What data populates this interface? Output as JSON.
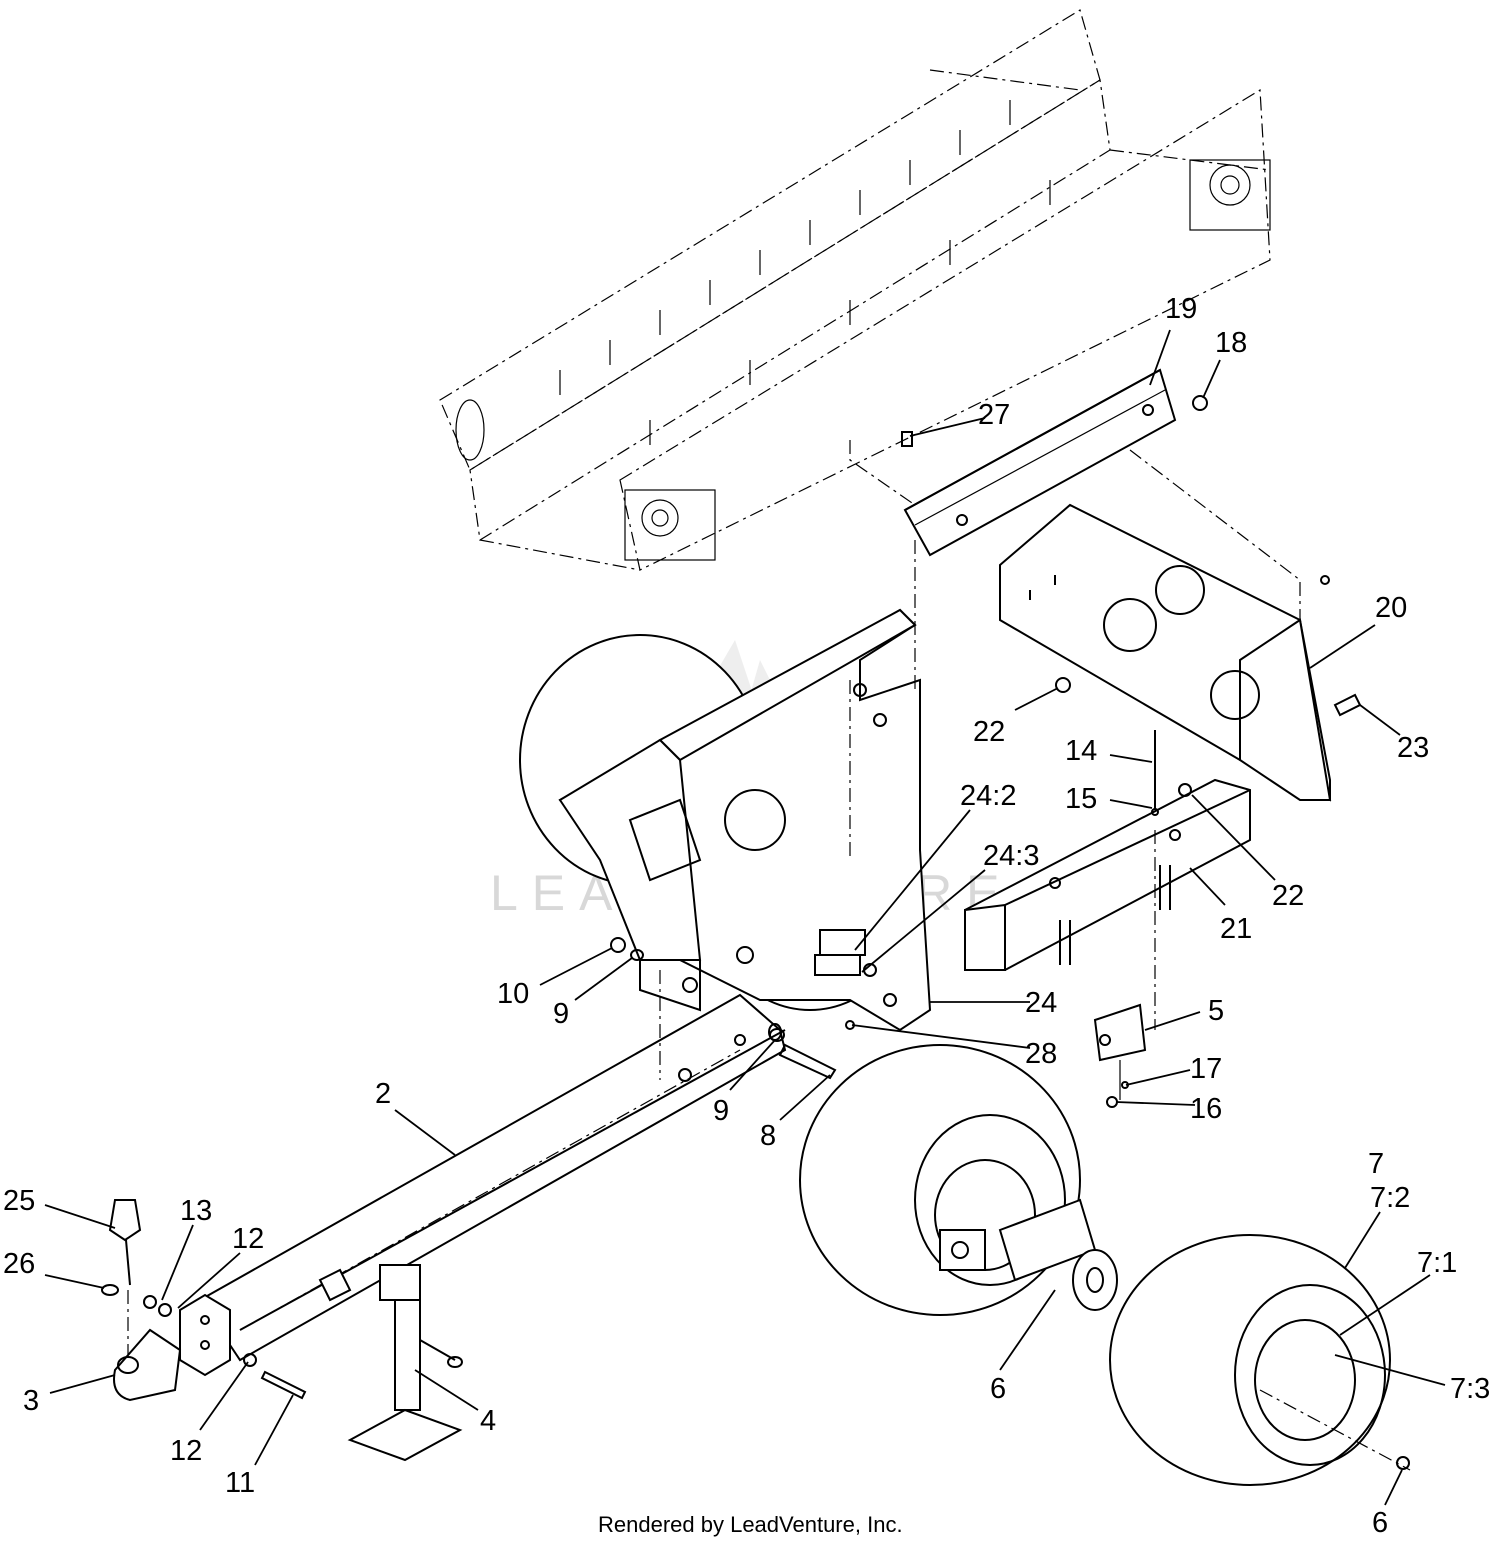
{
  "watermark": "LEADVENTURE",
  "footer": "Rendered by LeadVenture, Inc.",
  "callouts": [
    {
      "id": "c19",
      "label": "19"
    },
    {
      "id": "c18",
      "label": "18"
    },
    {
      "id": "c27",
      "label": "27"
    },
    {
      "id": "c20",
      "label": "20"
    },
    {
      "id": "c22a",
      "label": "22"
    },
    {
      "id": "c23",
      "label": "23"
    },
    {
      "id": "c14",
      "label": "14"
    },
    {
      "id": "c15",
      "label": "15"
    },
    {
      "id": "c24_2",
      "label": "24:2"
    },
    {
      "id": "c24_3",
      "label": "24:3"
    },
    {
      "id": "c22b",
      "label": "22"
    },
    {
      "id": "c21",
      "label": "21"
    },
    {
      "id": "c10",
      "label": "10"
    },
    {
      "id": "c9a",
      "label": "9"
    },
    {
      "id": "c24",
      "label": "24"
    },
    {
      "id": "c5",
      "label": "5"
    },
    {
      "id": "c28",
      "label": "28"
    },
    {
      "id": "c17",
      "label": "17"
    },
    {
      "id": "c16",
      "label": "16"
    },
    {
      "id": "c2",
      "label": "2"
    },
    {
      "id": "c9b",
      "label": "9"
    },
    {
      "id": "c8",
      "label": "8"
    },
    {
      "id": "c7",
      "label": "7"
    },
    {
      "id": "c7_2",
      "label": "7:2"
    },
    {
      "id": "c25",
      "label": "25"
    },
    {
      "id": "c13",
      "label": "13"
    },
    {
      "id": "c12a",
      "label": "12"
    },
    {
      "id": "c7_1",
      "label": "7:1"
    },
    {
      "id": "c26",
      "label": "26"
    },
    {
      "id": "c3",
      "label": "3"
    },
    {
      "id": "c6a",
      "label": "6"
    },
    {
      "id": "c7_3",
      "label": "7:3"
    },
    {
      "id": "c4",
      "label": "4"
    },
    {
      "id": "c12b",
      "label": "12"
    },
    {
      "id": "c11",
      "label": "11"
    },
    {
      "id": "c6b",
      "label": "6"
    }
  ]
}
